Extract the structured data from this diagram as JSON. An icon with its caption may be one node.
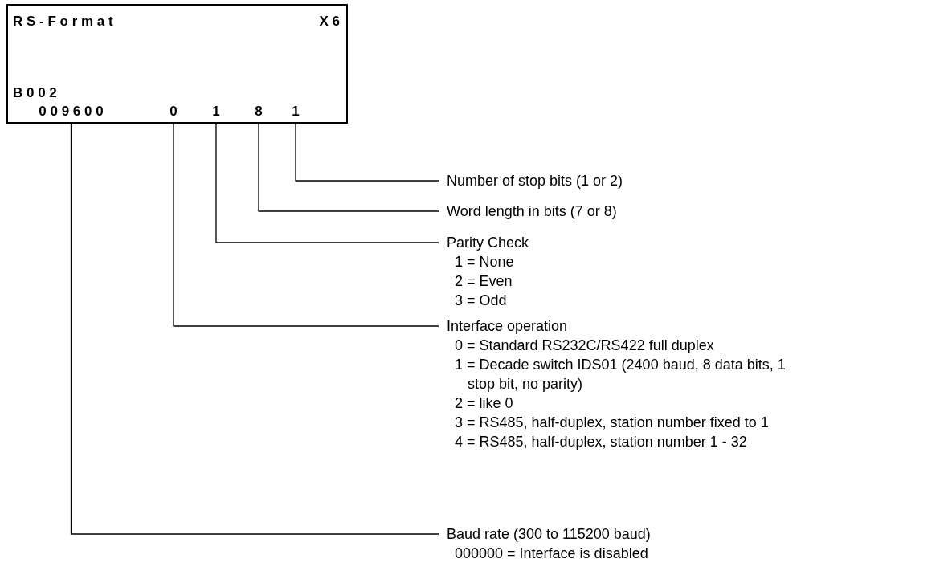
{
  "diagram": {
    "nodes": [
      {
        "text": [
          "R S - F o r m a t",
          "X 6",
          "B 0 0 2"
        ]
      },
      {
        "text": [
          "0 0 9 6 0 0"
        ],
        "in": 0
      },
      {
        "text": [
          "0"
        ],
        "in": 0
      },
      {
        "text": [
          "1"
        ],
        "in": 0
      },
      {
        "text": [
          "8"
        ],
        "in": 0
      },
      {
        "text": [
          "1"
        ],
        "in": 0
      },
      {
        "text": [
          "Number of stop bits (1 or 2)"
        ]
      },
      {
        "text": [
          "Word length in bits (7 or 8)"
        ]
      },
      {
        "text": [
          "Parity Check",
          "1 = None",
          "2 = Even",
          "3 = Odd"
        ]
      },
      {
        "text": [
          "Interface operation",
          "0 = Standard RS232C/RS422 full duplex",
          "1 = Decade switch IDS01 (2400 baud, 8 data bits, 1 stop bit, no parity)",
          "2 = like 0",
          "3 = RS485, half-duplex, station number fixed to 1",
          "4 = RS485, half-duplex, station number 1 - 32"
        ]
      },
      {
        "text": [
          "Baud rate (300 to 115200 baud)",
          "000000 = Interface is disabled"
        ]
      }
    ],
    "edges": [
      {
        "from": 6,
        "to": 5,
        "arrow": "none"
      },
      {
        "from": 7,
        "to": 4,
        "arrow": "none"
      },
      {
        "from": 8,
        "to": 3,
        "arrow": "none"
      },
      {
        "from": 9,
        "to": 2,
        "arrow": "none"
      },
      {
        "from": 10,
        "to": 1,
        "arrow": "none"
      }
    ]
  }
}
